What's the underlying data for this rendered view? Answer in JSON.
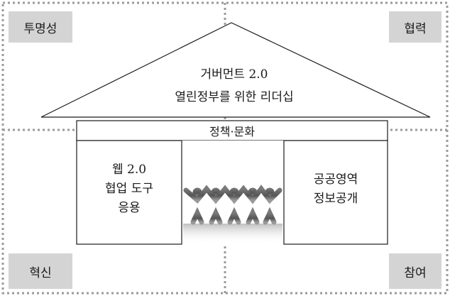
{
  "corners": {
    "top_left": "투명성",
    "top_right": "협력",
    "bottom_left": "혁신",
    "bottom_right": "참여"
  },
  "roof": {
    "line1": "거버먼트 2.0",
    "line2": "열린정부를 위한 리더십"
  },
  "beam": {
    "label": "정책·문화"
  },
  "left_pillar": {
    "lines": [
      "웹 2.0",
      "협업 도구",
      "응용"
    ]
  },
  "right_pillar": {
    "lines": [
      "공공영역",
      "정보공개"
    ]
  },
  "colors": {
    "grid": "#9a9a9a",
    "label_bg": "#d4d4d4",
    "figure": "#6b6b6b"
  }
}
